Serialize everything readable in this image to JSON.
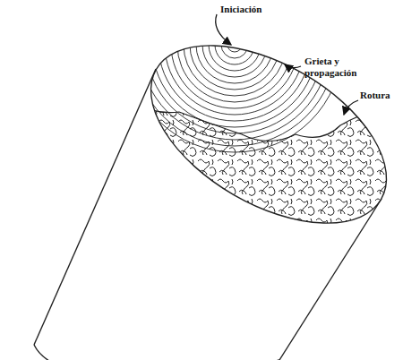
{
  "diagram": {
    "labels": [
      "Iniciación",
      "Grieta y propagación",
      "Rotura"
    ]
  }
}
